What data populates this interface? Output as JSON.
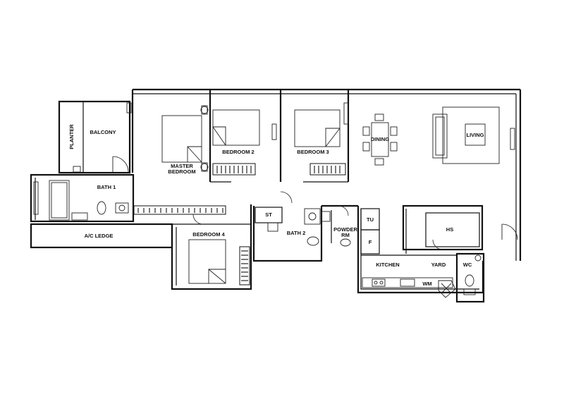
{
  "rooms": {
    "planter": "PLANTER",
    "balcony": "BALCONY",
    "master_bedroom_line1": "MASTER",
    "master_bedroom_line2": "BEDROOM",
    "bedroom2": "BEDROOM 2",
    "bedroom3": "BEDROOM 3",
    "dining": "DINING",
    "living": "LIVING",
    "bath1": "BATH 1",
    "ac_ledge": "A/C LEDGE",
    "bedroom4": "BEDROOM 4",
    "st": "ST",
    "bath2": "BATH 2",
    "powder_rm_line1": "POWDER",
    "powder_rm_line2": "RM",
    "tu": "TU",
    "f": "F",
    "hs": "HS",
    "kitchen": "KITCHEN",
    "yard": "YARD",
    "wc": "WC",
    "wm": "WM"
  },
  "colors": {
    "wall": "#111111",
    "background": "#ffffff"
  }
}
